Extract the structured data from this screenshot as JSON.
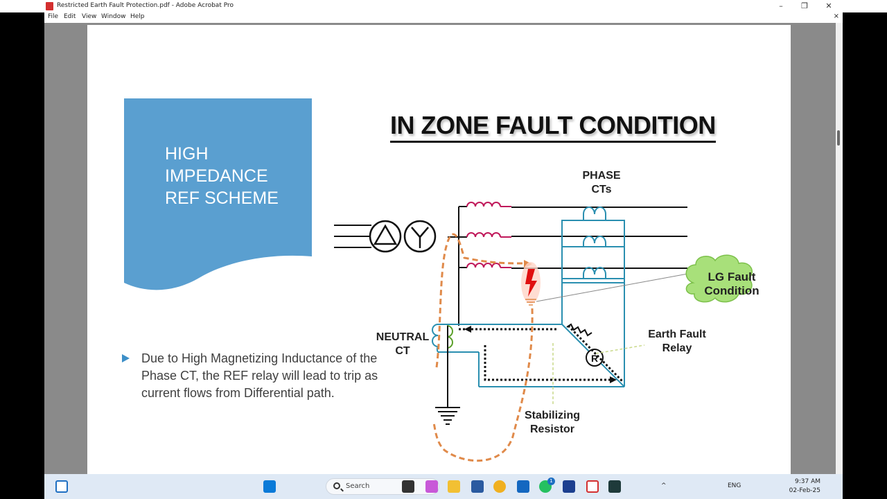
{
  "window": {
    "title": "Restricted Earth Fault Protection.pdf - Adobe Acrobat Pro",
    "minimize": "–",
    "maximize": "❐",
    "close": "✕"
  },
  "menu": {
    "items": [
      "File",
      "Edit",
      "View",
      "Window",
      "Help"
    ],
    "doc_close": "×"
  },
  "slide": {
    "banner_title": "HIGH IMPEDANCE REF SCHEME",
    "banner_color": "#5a9fd0",
    "title": "IN ZONE FAULT CONDITION",
    "bullet": "Due to High Magnetizing Inductance of the Phase CT,  the REF relay will lead to trip as current flows from Differential path."
  },
  "diagram": {
    "phase_cts_label": "PHASE CTs",
    "neutral_ct_label": "NEUTRAL CT",
    "lg_fault_label": "LG Fault Condition",
    "earth_fault_relay_label": "Earth Fault Relay",
    "stabilizing_resistor_label": "Stabilizing Resistor",
    "relay_symbol": "R",
    "ct_color": "#2a8fb0",
    "winding_color": "#c0185a",
    "fault_path_color": "#e08a4a",
    "cloud_color": "#a8e07a"
  },
  "taskbar": {
    "search_placeholder": "Search",
    "language": "ENG",
    "time": "9:37 AM",
    "date": "02-Feb-25",
    "whatsapp_badge": "1"
  }
}
